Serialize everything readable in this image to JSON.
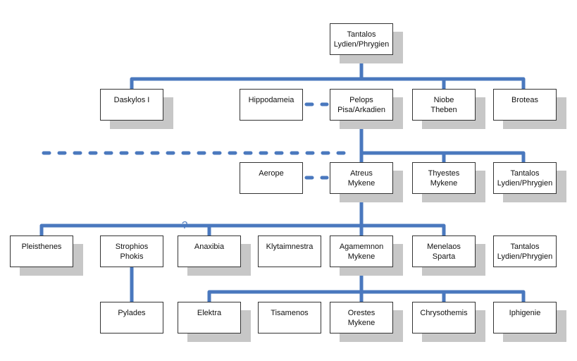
{
  "diagram": {
    "line_color": "#4a78be",
    "shadow_color": "#c7c7c7",
    "question_mark": "?",
    "nodes": [
      {
        "id": "tantalos-top",
        "line1": "Tantalos",
        "line2": "Lydien/Phrygien"
      },
      {
        "id": "daskylos",
        "line1": "Daskylos I",
        "line2": ""
      },
      {
        "id": "hippodameia",
        "line1": "Hippodameia",
        "line2": ""
      },
      {
        "id": "pelops",
        "line1": "Pelops",
        "line2": "Pisa/Arkadien"
      },
      {
        "id": "niobe",
        "line1": "Niobe",
        "line2": "Theben"
      },
      {
        "id": "broteas",
        "line1": "Broteas",
        "line2": ""
      },
      {
        "id": "aerope",
        "line1": "Aerope",
        "line2": ""
      },
      {
        "id": "atreus",
        "line1": "Atreus",
        "line2": "Mykene"
      },
      {
        "id": "thyestes",
        "line1": "Thyestes",
        "line2": "Mykene"
      },
      {
        "id": "tantalos-mid",
        "line1": "Tantalos",
        "line2": "Lydien/Phrygien"
      },
      {
        "id": "pleisthenes",
        "line1": "Pleisthenes",
        "line2": ""
      },
      {
        "id": "strophios",
        "line1": "Strophios",
        "line2": "Phokis"
      },
      {
        "id": "anaxibia",
        "line1": "Anaxibia",
        "line2": ""
      },
      {
        "id": "klytaimnestra",
        "line1": "Klytaimnestra",
        "line2": ""
      },
      {
        "id": "agamemnon",
        "line1": "Agamemnon",
        "line2": "Mykene"
      },
      {
        "id": "menelaos",
        "line1": "Menelaos",
        "line2": "Sparta"
      },
      {
        "id": "tantalos-low",
        "line1": "Tantalos",
        "line2": "Lydien/Phrygien"
      },
      {
        "id": "pylades",
        "line1": "Pylades",
        "line2": ""
      },
      {
        "id": "elektra",
        "line1": "Elektra",
        "line2": ""
      },
      {
        "id": "tisamenos",
        "line1": "Tisamenos",
        "line2": ""
      },
      {
        "id": "orestes",
        "line1": "Orestes",
        "line2": "Mykene"
      },
      {
        "id": "chrysothemis",
        "line1": "Chrysothemis",
        "line2": ""
      },
      {
        "id": "iphigenie",
        "line1": "Iphigenie",
        "line2": ""
      }
    ]
  }
}
